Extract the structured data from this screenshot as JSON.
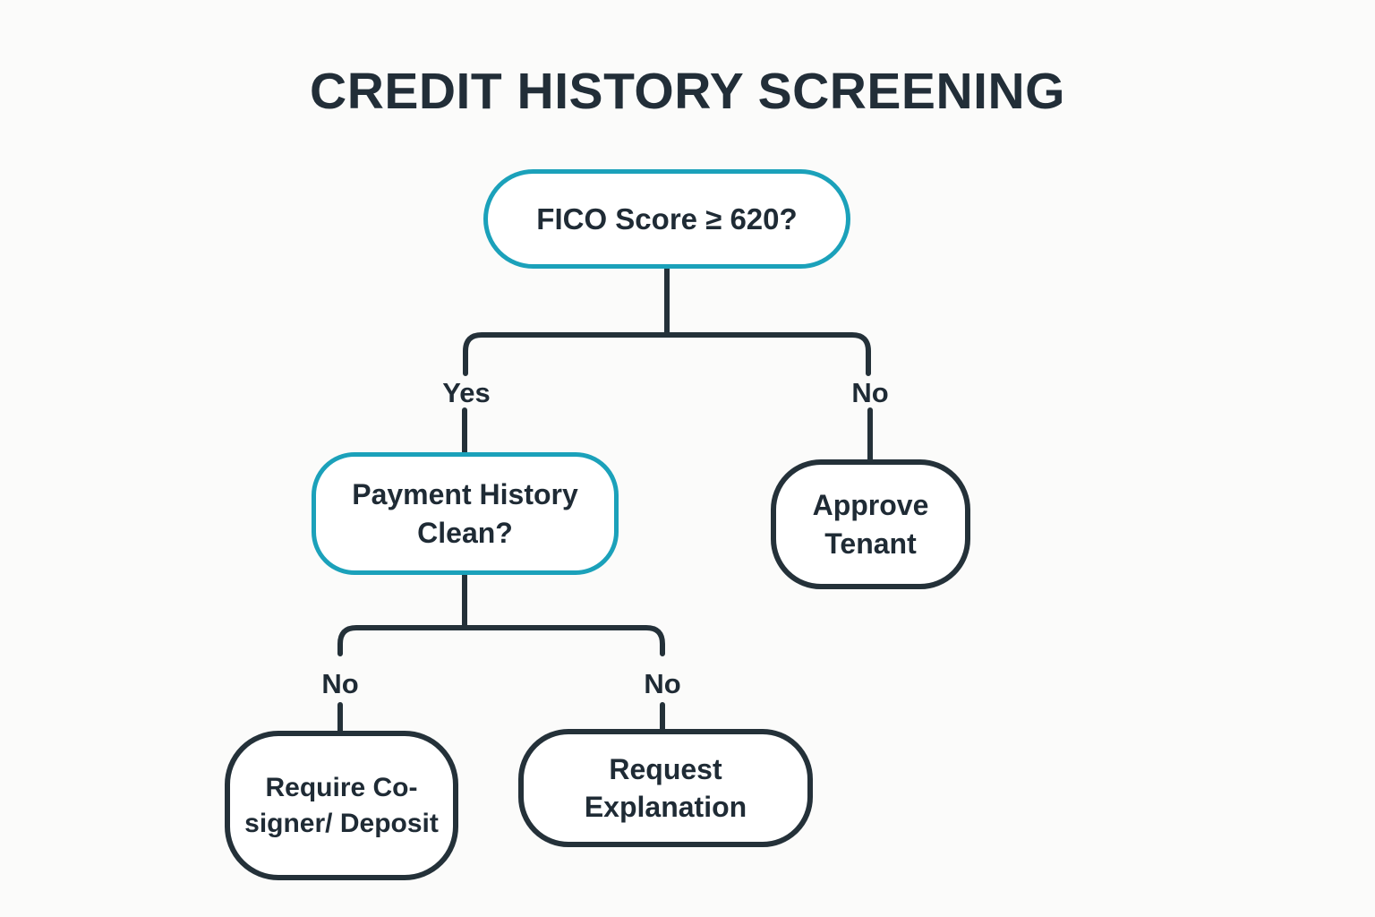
{
  "title": "CREDIT HISTORY SCREENING",
  "colors": {
    "background": "#fbfbfa",
    "node_fill": "#ffffff",
    "line_dark": "#243139",
    "accent_teal": "#1ba1ba",
    "text_dark": "#1f2b35",
    "title": "#222e38"
  },
  "nodes": {
    "fico": {
      "label": "FICO Score ≥ 620?",
      "border": "accent_teal"
    },
    "payment": {
      "label": "Payment History Clean?",
      "border": "accent_teal"
    },
    "approve": {
      "label": "Approve Tenant",
      "border": "line_dark"
    },
    "require": {
      "label": "Require Co-signer/ Deposit",
      "border": "line_dark"
    },
    "request": {
      "label": "Request Explanation",
      "border": "line_dark"
    }
  },
  "edges": {
    "fico_to_payment": {
      "label": "Yes"
    },
    "fico_to_approve": {
      "label": "No"
    },
    "payment_to_require": {
      "label": "No"
    },
    "payment_to_request": {
      "label": "No"
    }
  }
}
